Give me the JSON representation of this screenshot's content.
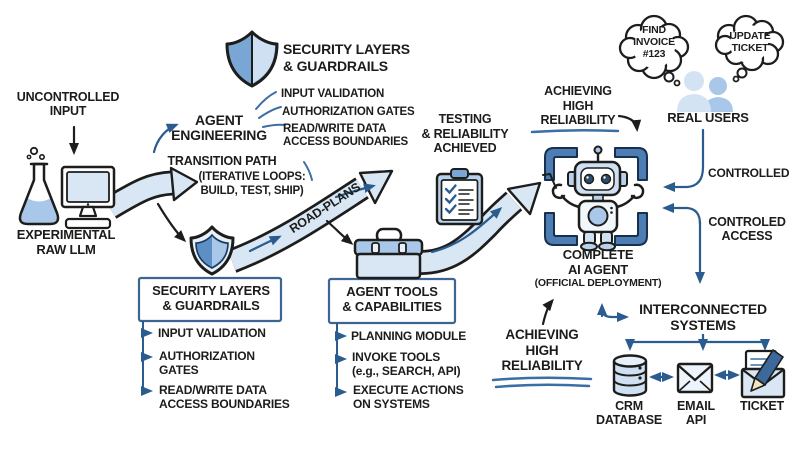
{
  "colors": {
    "ink": "#1d1d1b",
    "arrow_blue": "#2b5c8f",
    "sketch_blue": "#3a6ea5",
    "fill_light": "#d9e7f5",
    "fill_mid": "#a9c7e8",
    "fill_deep": "#7aa6d6"
  },
  "experimental": {
    "input": "UNCONTROLLED\nINPUT",
    "label": "EXPERIMENTAL\nRAW LLM"
  },
  "engineering": {
    "title": "AGENT\nENGINEERING",
    "subtitle": "TRANSITION PATH",
    "note": "(ITERATIVE LOOPS:\nBUILD, TEST, SHIP)",
    "ribbon_label": "ROAD-PLANS"
  },
  "security_top": {
    "title": "SECURITY LAYERS\n& GUARDRAILS",
    "items": [
      "INPUT VALIDATION",
      "AUTHORIZATION GATES",
      "READ/WRITE DATA\nACCESS BOUNDARIES"
    ]
  },
  "security_bottom": {
    "title": "SECURITY LAYERS\n& GUARDRAILS",
    "items": [
      "INPUT VALIDATION",
      "AUTHORIZATION\nGATES",
      "READ/WRITE DATA\nACCESS BOUNDARIES"
    ]
  },
  "tools": {
    "title": "AGENT TOOLS\n& CAPABILITIES",
    "items": [
      "PLANNING MODULE",
      "INVOKE TOOLS\n(e.g., SEARCH, API)",
      "EXECUTE ACTIONS\nON SYSTEMS"
    ]
  },
  "testing": {
    "title": "TESTING\n& RELIABILITY\nACHIEVED"
  },
  "reliability_top": {
    "title": "ACHIEVING\nHIGH\nRELIABILITY"
  },
  "reliability_bottom": {
    "title": "ACHIEVING\nHIGH\nRELIABILITY"
  },
  "agent": {
    "title": "COMPLETE\nAI AGENT",
    "subtitle": "(OFFICIAL DEPLOYMENT)"
  },
  "users": {
    "title": "REAL USERS",
    "bubble_left": "FIND\nINVOICE\n#123",
    "bubble_right": "UPDATE\nTICKET",
    "flow_top": "CONTROLLED",
    "flow_bottom": "CONTROLED\nACCESS"
  },
  "systems": {
    "title": "INTERCONNECTED\nSYSTEMS",
    "items": [
      "CRM\nDATABASE",
      "EMAIL\nAPI",
      "TICKET"
    ]
  },
  "icons": {
    "flask": "flask-icon",
    "monitor": "monitor-icon",
    "shield_top": "shield-icon",
    "shield_bottom": "shield-icon",
    "clipboard": "checklist-clipboard-icon",
    "toolbox": "toolbox-icon",
    "robot": "robot-icon",
    "frame": "focus-brackets-icon",
    "users": "people-icon",
    "bubbles": "thought-bubble-icon",
    "database": "database-icon",
    "email": "envelope-icon",
    "ticket": "ticket-pencil-icon"
  }
}
